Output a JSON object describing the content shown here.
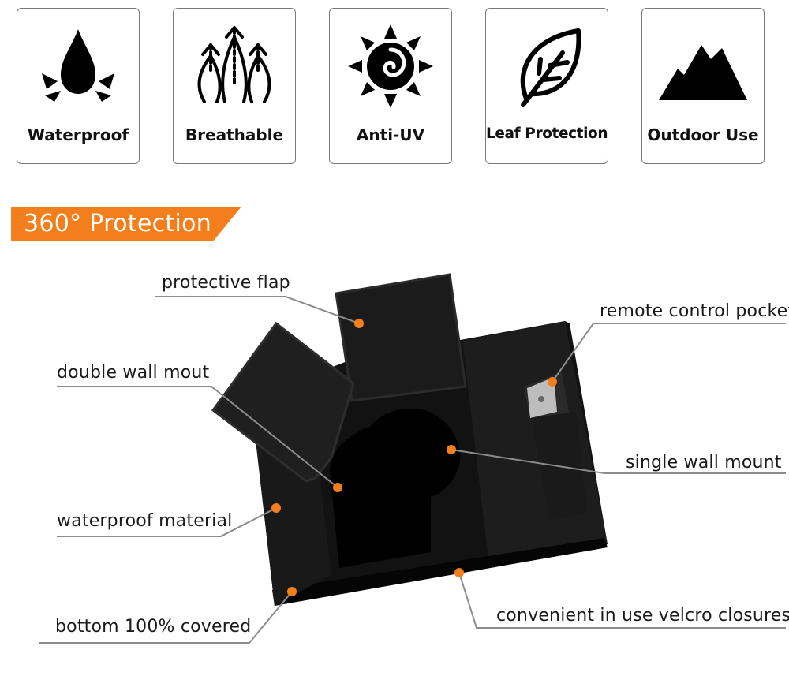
{
  "features": [
    {
      "label": "Waterproof",
      "icon": "water-drop-icon"
    },
    {
      "label": "Breathable",
      "icon": "breathable-arrows-icon"
    },
    {
      "label": "Anti-UV",
      "icon": "sun-icon"
    },
    {
      "label": "Leaf Protection",
      "icon": "leaf-icon"
    },
    {
      "label": "Outdoor Use",
      "icon": "mountains-icon"
    }
  ],
  "banner": {
    "title": "360° Protection"
  },
  "callouts": [
    {
      "label": "protective flap"
    },
    {
      "label": "remote control pocket"
    },
    {
      "label": "double wall mout"
    },
    {
      "label": "single wall mount"
    },
    {
      "label": "waterproof material"
    },
    {
      "label": "bottom 100% covered"
    },
    {
      "label": "convenient in use velcro closures"
    }
  ],
  "colors": {
    "accent": "#f27f1b",
    "cover": "#121212",
    "card_border": "#7a7a7a"
  }
}
